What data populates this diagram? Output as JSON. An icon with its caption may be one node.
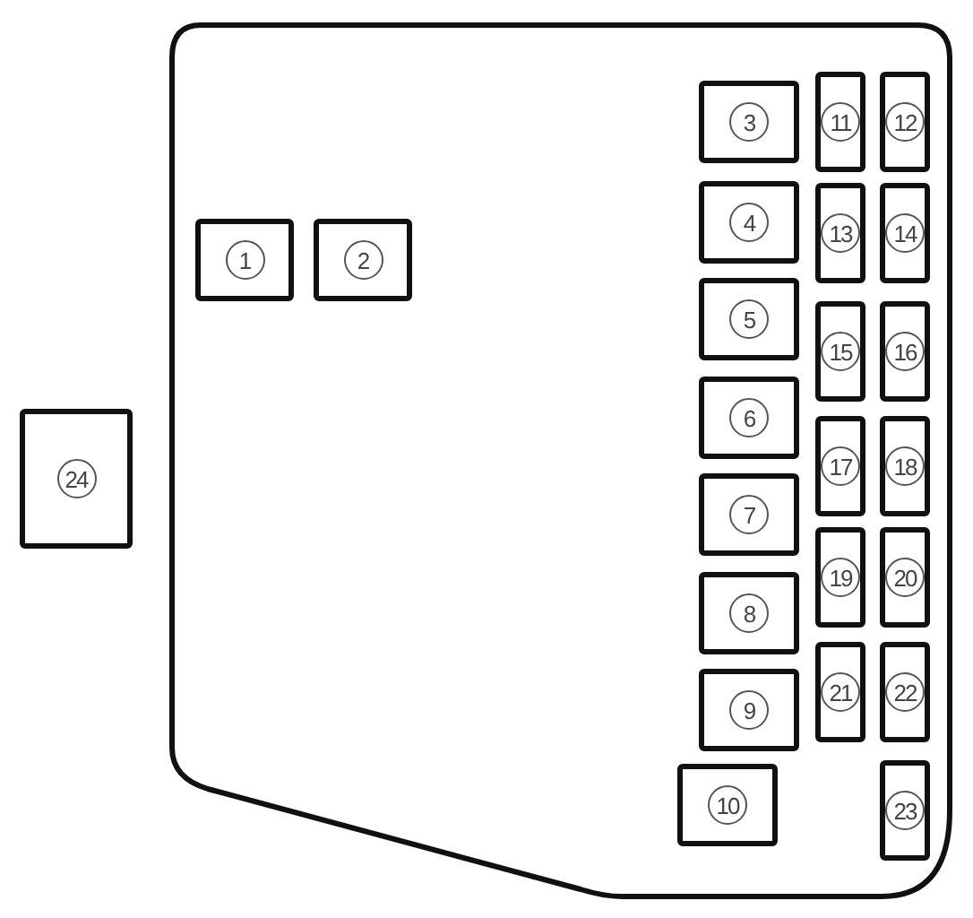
{
  "diagram": {
    "nodes": [
      {
        "text": [],
        "shape": "box"
      },
      {
        "text": [
          "1"
        ],
        "in": 0
      },
      {
        "text": [
          "2"
        ],
        "in": 0
      },
      {
        "text": [
          "3"
        ],
        "in": 0
      },
      {
        "text": [
          "11"
        ],
        "in": 0
      },
      {
        "text": [
          "12"
        ],
        "in": 0
      },
      {
        "text": [
          "4"
        ],
        "in": 0
      },
      {
        "text": [
          "13"
        ],
        "in": 0
      },
      {
        "text": [
          "14"
        ],
        "in": 0
      },
      {
        "text": [
          "5"
        ],
        "in": 0
      },
      {
        "text": [
          "15"
        ],
        "in": 0
      },
      {
        "text": [
          "16"
        ],
        "in": 0
      },
      {
        "text": [
          "6"
        ],
        "in": 0
      },
      {
        "text": [
          "24"
        ]
      },
      {
        "text": [
          "17"
        ],
        "in": 0
      },
      {
        "text": [
          "18"
        ],
        "in": 0
      },
      {
        "text": [
          "7"
        ],
        "in": 0
      },
      {
        "text": [
          "19"
        ],
        "in": 0
      },
      {
        "text": [
          "20"
        ],
        "in": 0
      },
      {
        "text": [
          "8"
        ],
        "in": 0
      },
      {
        "text": [
          "21"
        ],
        "in": 0
      },
      {
        "text": [
          "22"
        ],
        "in": 0
      },
      {
        "text": [
          "9"
        ],
        "in": 0
      },
      {
        "text": [
          "10"
        ],
        "in": 0
      },
      {
        "text": [
          "23"
        ],
        "in": 0
      }
    ]
  }
}
